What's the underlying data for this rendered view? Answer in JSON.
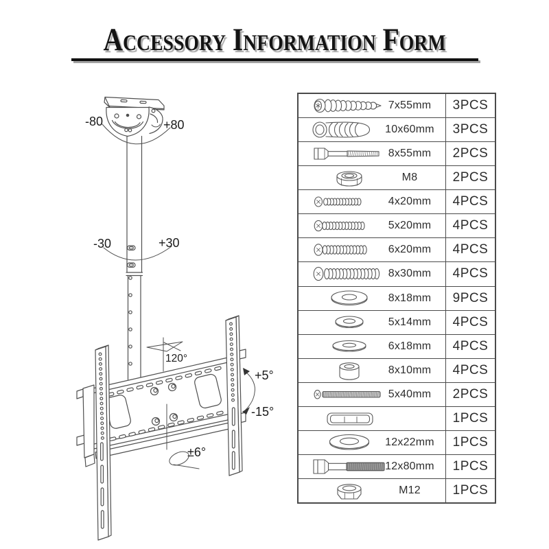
{
  "title": {
    "text": "Accessory Information Form"
  },
  "colors": {
    "ink": "#1b1b1b",
    "line_art": "#4f4f4f",
    "title_shadow": "#a6a6a6",
    "table_border": "#4a4a4a"
  },
  "diagram": {
    "labels": {
      "swivel_left": "-80",
      "swivel_right": "+80",
      "pole_left": "-30",
      "pole_right": "+30",
      "swivel_range": "120°",
      "tilt_up": "+5°",
      "tilt_down": "-15°",
      "level_adjust": "±6°"
    }
  },
  "table": {
    "rows": [
      {
        "icon": "tapping-screw-icon",
        "size": "7x55mm",
        "qty": "3PCS"
      },
      {
        "icon": "wall-anchor-icon",
        "size": "10x60mm",
        "qty": "3PCS"
      },
      {
        "icon": "hex-bolt-icon",
        "size": "8x55mm",
        "qty": "2PCS"
      },
      {
        "icon": "lock-nut-icon",
        "size": "M8",
        "qty": "2PCS"
      },
      {
        "icon": "pan-screw-small-icon",
        "size": "4x20mm",
        "qty": "4PCS"
      },
      {
        "icon": "pan-screw-medium-icon",
        "size": "5x20mm",
        "qty": "4PCS"
      },
      {
        "icon": "pan-screw-large-icon",
        "size": "6x20mm",
        "qty": "4PCS"
      },
      {
        "icon": "pan-screw-xl-icon",
        "size": "8x30mm",
        "qty": "4PCS"
      },
      {
        "icon": "washer-icon",
        "size": "8x18mm",
        "qty": "9PCS"
      },
      {
        "icon": "washer-small-icon",
        "size": "5x14mm",
        "qty": "4PCS"
      },
      {
        "icon": "washer-thin-icon",
        "size": "6x18mm",
        "qty": "4PCS"
      },
      {
        "icon": "spacer-icon",
        "size": "8x10mm",
        "qty": "4PCS"
      },
      {
        "icon": "long-thin-screw-icon",
        "size": "5x40mm",
        "qty": "2PCS"
      },
      {
        "icon": "clamp-block-icon",
        "size": "",
        "qty": "1PCS"
      },
      {
        "icon": "washer-large-icon",
        "size": "12x22mm",
        "qty": "1PCS"
      },
      {
        "icon": "large-hex-bolt-icon",
        "size": "12x80mm",
        "qty": "1PCS"
      },
      {
        "icon": "hex-nut-icon",
        "size": "M12",
        "qty": "1PCS"
      }
    ]
  }
}
